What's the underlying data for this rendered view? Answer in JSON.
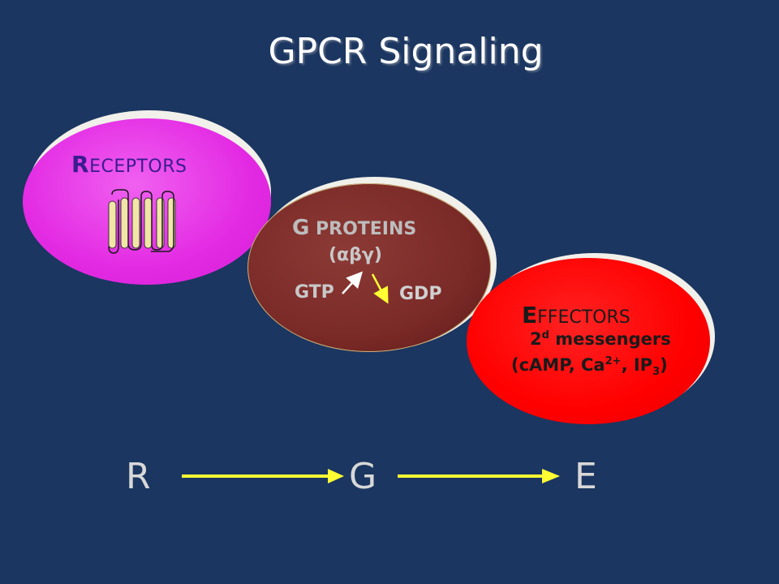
{
  "title": "GPCR Signaling",
  "receptors": {
    "initial": "R",
    "rest": "ECEPTORS"
  },
  "g_proteins": {
    "initial": "G",
    "rest": " PROTEINS",
    "subunits": "(αβγ)",
    "gtp": "GTP",
    "gdp": "GDP"
  },
  "effectors": {
    "initial": "E",
    "rest": "FFECTORS",
    "second_base": "2",
    "second_sup": "d",
    "second_text": " messengers",
    "camp": "(cAMP, Ca",
    "ca_sup": "2+",
    "ip": ", IP",
    "ip_sub": "3",
    "close": ")"
  },
  "flow": {
    "r": "R",
    "g": "G",
    "e": "E"
  },
  "colors": {
    "background": "#1b3660",
    "receptors": "#e32ae3",
    "g_proteins": "#7a2a27",
    "effectors": "#ff0000",
    "arrow": "#ffff33"
  },
  "icons": {
    "receptor": "seven-transmembrane-receptor-icon"
  }
}
